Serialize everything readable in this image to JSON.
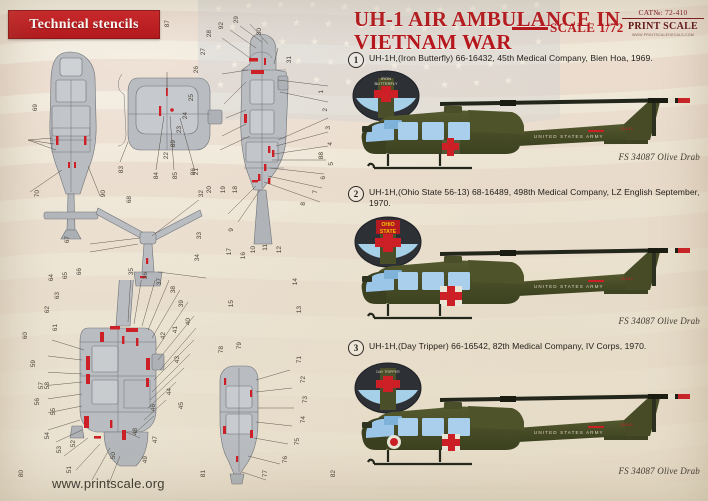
{
  "sheet": {
    "left_panel": {
      "banner_label": "Technical stencils",
      "website": "www.printscale.org",
      "callout_numbers_top_right": [
        "1",
        "2",
        "3",
        "4",
        "88",
        "5",
        "6",
        "7",
        "8"
      ],
      "callout_numbers_left_fuselage": [
        "92",
        "29",
        "28",
        "30",
        "27",
        "26",
        "31",
        "25",
        "24",
        "23",
        "89",
        "22",
        "21",
        "20",
        "19",
        "18",
        "17",
        "16",
        "15",
        "14",
        "13",
        "12",
        "11",
        "10",
        "9"
      ],
      "callout_numbers_top_view": [
        "69",
        "70",
        "90",
        "87",
        "83",
        "84",
        "85",
        "86",
        "32",
        "68",
        "33",
        "34",
        "35",
        "36",
        "37",
        "38",
        "39",
        "40",
        "41",
        "42",
        "43",
        "44",
        "45",
        "46",
        "47",
        "48",
        "49",
        "50"
      ],
      "callout_numbers_lower": [
        "66",
        "65",
        "64",
        "63",
        "62",
        "61",
        "60",
        "59",
        "58",
        "57",
        "56",
        "55",
        "54",
        "53",
        "52",
        "51",
        "71",
        "72",
        "73",
        "74",
        "75",
        "76",
        "77",
        "78",
        "79",
        "80",
        "81",
        "82"
      ]
    },
    "right_panel": {
      "title_line1": "UH-1 AIR AMBULANCE IN",
      "title_line2": "VIETNAM WAR",
      "scale": "SCALE 1/72",
      "catalog_number": "CAT№: 72-410",
      "brand": "PRINT SCALE",
      "brand_url": "WWW.PRINTSCALEDECALS.COM",
      "profiles": [
        {
          "index": "1",
          "caption": "UH-1H,(Iron Butterfly)  66-16432, 45th Medical Company, Bien Hoa, 1969.",
          "badge_text_top": "IRON",
          "badge_text_bottom": "BUTTERFLY",
          "badge_style": "iron-butterfly",
          "fs_note": "FS 34087 Olive Drab",
          "heli_marking": "UNITED STATES ARMY",
          "heli_code": "16432"
        },
        {
          "index": "2",
          "caption": "UH-1H,(Ohio State 56-13) 68-16489, 498th Medical Company, LZ English September, 1970.",
          "badge_text_top": "OHIO",
          "badge_text_bottom": "STATE",
          "badge_style": "ohio-state",
          "fs_note": "FS 34087 Olive Drab",
          "heli_marking": "UNITED STATES ARMY",
          "heli_code": "16489"
        },
        {
          "index": "3",
          "caption": "UH-1H,(Day Tripper)  66-16542, 82th Medical Company, IV Corps, 1970.",
          "badge_text_top": "DAY TRIPPER",
          "badge_text_bottom": "",
          "badge_style": "day-tripper",
          "fs_note": "FS 34087 Olive Drab",
          "heli_marking": "UNITED STATES ARMY",
          "heli_code": "16542"
        }
      ]
    },
    "colors": {
      "banner_red": "#c01d23",
      "title_red": "#b7161c",
      "olive_drab": "#4a4f29",
      "olive_shadow": "#383d1d",
      "cross_red": "#cc2026",
      "glass_blue": "#9cc6e8",
      "stencil_grey": "#b9bcc0",
      "paper": "#e8dfcb"
    }
  }
}
